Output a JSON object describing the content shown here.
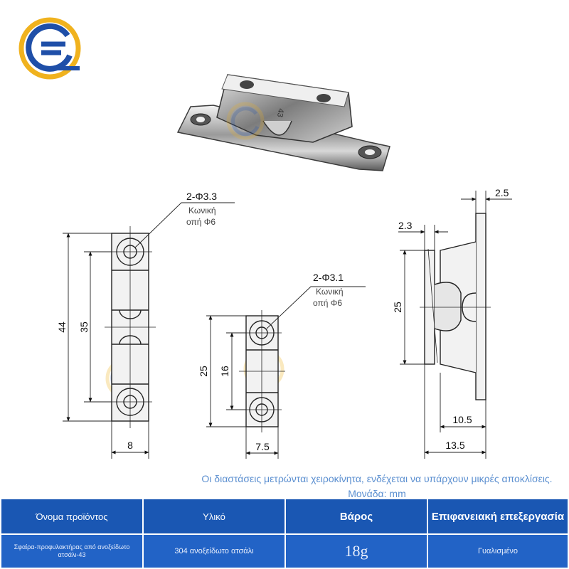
{
  "brand": {
    "logo_name": "brand-logo",
    "colors": {
      "blue": "#1f4fa8",
      "gold": "#f0b21e"
    }
  },
  "product_photo": {
    "stamp": "43"
  },
  "drawings": {
    "front_large": {
      "callout_title": "2-Φ3.3",
      "callout_line1": "Κωνική",
      "callout_line2": "οπή Φ6",
      "dim_overall_height": "44",
      "dim_hole_spacing": "35",
      "dim_width": "8"
    },
    "front_small": {
      "callout_title": "2-Φ3.1",
      "callout_line1": "Κωνική",
      "callout_line2": "οπή Φ6",
      "dim_overall_height": "25",
      "dim_hole_spacing": "16",
      "dim_width": "7.5"
    },
    "side": {
      "dim_top_thickness": "2.5",
      "dim_plate_thickness": "2.3",
      "dim_body_height": "25",
      "dim_inner_depth": "10.5",
      "dim_overall_depth": "13.5"
    }
  },
  "note_text": "Οι διαστάσεις μετρώνται χειροκίνητα, ενδέχεται να υπάρχουν μικρές αποκλίσεις. Μονάδα: mm",
  "spec_table": {
    "headers": [
      "Όνομα προϊόντος",
      "Υλικό",
      "Βάρος",
      "Επιφανειακή επεξεργασία"
    ],
    "values": [
      "Σφαίρα-προφυλακτήρας από ανοξείδωτο ατσάλι-43",
      "304 ανοξείδωτο ατσάλι",
      "18g",
      "Γυαλισμένο"
    ],
    "colors": {
      "header_bg": "#1a57b3",
      "value_bg": "#2263c6"
    }
  }
}
